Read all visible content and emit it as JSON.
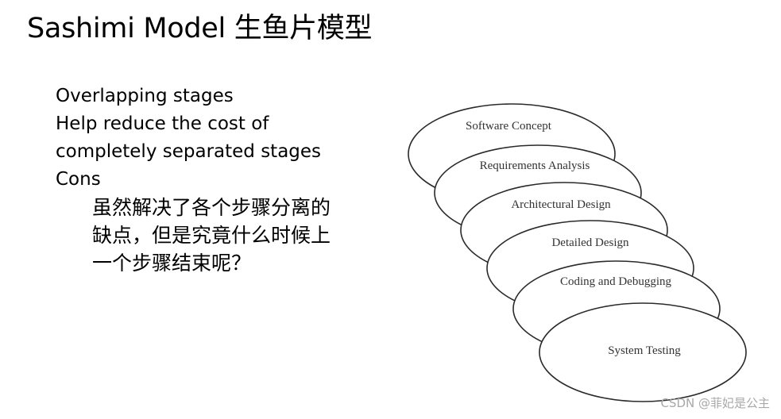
{
  "title": "Sashimi Model 生鱼片模型",
  "bullets": [
    "Overlapping stages",
    "Help reduce the cost of",
    "completely separated stages",
    "Cons"
  ],
  "cons_lines": [
    "虽然解决了各个步骤分离的",
    "缺点，但是究竟什么时候上",
    "一个步骤结束呢？"
  ],
  "stages": [
    "Software Concept",
    "Requirements Analysis",
    "Architectural Design",
    "Detailed Design",
    "Coding and Debugging",
    "System Testing"
  ],
  "watermark": "CSDN @菲妃是公主"
}
